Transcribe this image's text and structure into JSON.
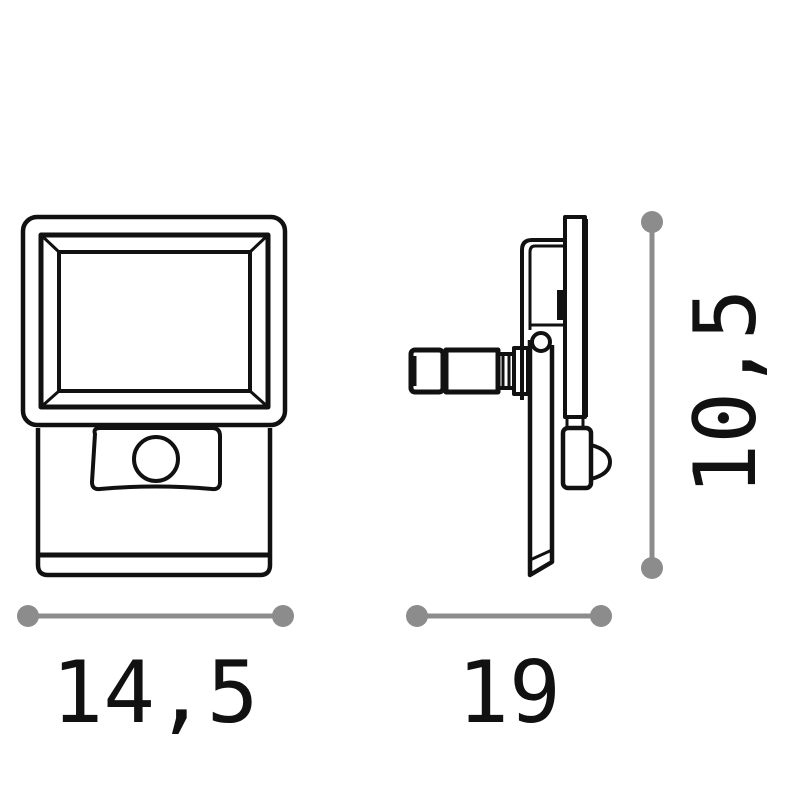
{
  "diagram": {
    "type": "technical-dimension-drawing",
    "subject": "LED floodlight with motion sensor",
    "views": [
      {
        "id": "front-view",
        "label": "front view"
      },
      {
        "id": "side-view",
        "label": "side view"
      }
    ],
    "line_color": "#111111",
    "dimension_color": "#8c8c8c"
  },
  "dimensions": {
    "width": {
      "value": "14,5",
      "orientation": "horizontal"
    },
    "depth": {
      "value": "19",
      "orientation": "horizontal"
    },
    "height": {
      "value": "10,5",
      "orientation": "vertical"
    }
  }
}
